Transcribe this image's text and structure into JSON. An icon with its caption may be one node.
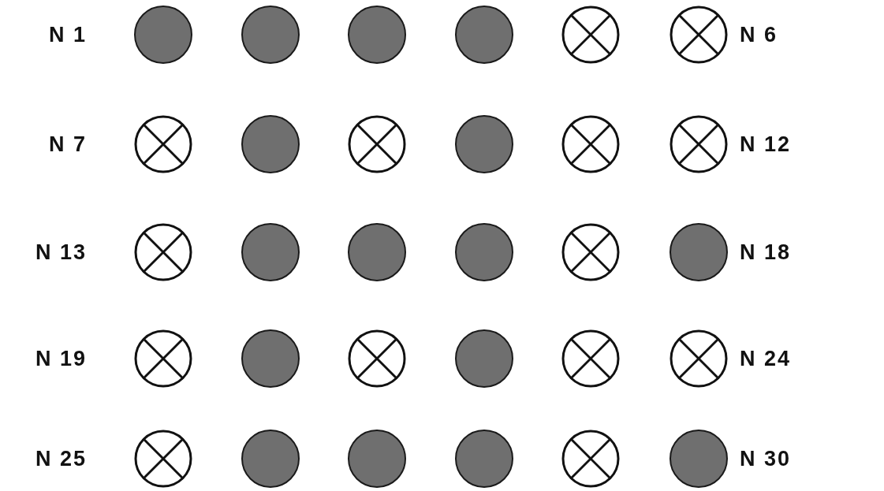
{
  "diagram": {
    "nodes": [
      {
        "text": [],
        "shape": "disc"
      },
      {
        "text": [],
        "shape": "disc"
      },
      {
        "text": [],
        "shape": "disc"
      },
      {
        "text": [],
        "shape": "disc"
      },
      {
        "text": [],
        "shape": "crossed-circle"
      },
      {
        "text": [],
        "shape": "crossed-circle"
      },
      {
        "text": [],
        "shape": "crossed-circle"
      },
      {
        "text": [],
        "shape": "disc"
      },
      {
        "text": [],
        "shape": "crossed-circle"
      },
      {
        "text": [],
        "shape": "disc"
      },
      {
        "text": [],
        "shape": "crossed-circle"
      },
      {
        "text": [],
        "shape": "crossed-circle"
      },
      {
        "text": [],
        "shape": "crossed-circle"
      },
      {
        "text": [],
        "shape": "disc"
      },
      {
        "text": [],
        "shape": "disc"
      },
      {
        "text": [],
        "shape": "disc"
      },
      {
        "text": [],
        "shape": "crossed-circle"
      },
      {
        "text": [],
        "shape": "disc"
      },
      {
        "text": [],
        "shape": "crossed-circle"
      },
      {
        "text": [],
        "shape": "disc"
      },
      {
        "text": [],
        "shape": "crossed-circle"
      },
      {
        "text": [],
        "shape": "disc"
      },
      {
        "text": [],
        "shape": "crossed-circle"
      },
      {
        "text": [],
        "shape": "crossed-circle"
      },
      {
        "text": [],
        "shape": "crossed-circle"
      },
      {
        "text": [],
        "shape": "disc"
      },
      {
        "text": [],
        "shape": "disc"
      },
      {
        "text": [],
        "shape": "disc"
      },
      {
        "text": [],
        "shape": "crossed-circle"
      },
      {
        "text": [],
        "shape": "disc"
      }
    ],
    "labels": [
      "N 1",
      "N 6",
      "N 7",
      "N 12",
      "N 13",
      "N 18",
      "N 19",
      "N 24",
      "N 25",
      "N 30"
    ]
  }
}
